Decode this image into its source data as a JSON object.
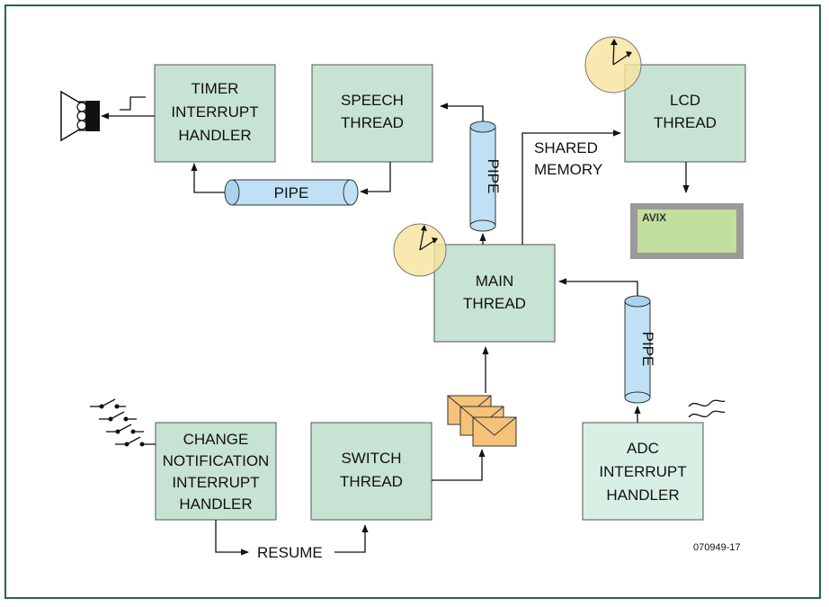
{
  "colors": {
    "frame_border": "#1f6b3f",
    "box_fill": "#c7e3d3",
    "box_fill_light": "#d9efe3",
    "pipe_fill": "#bfe0f5",
    "clock_fill": "#f8e39e",
    "envelope_fill": "#f5c27a",
    "lcd_screen": "#c2df9d",
    "lcd_frame": "#9a9a9a"
  },
  "boxes": {
    "timer": {
      "line1": "TIMER",
      "line2": "INTERRUPT",
      "line3": "HANDLER"
    },
    "speech": {
      "line1": "SPEECH",
      "line2": "THREAD"
    },
    "lcd": {
      "line1": "LCD",
      "line2": "THREAD"
    },
    "main": {
      "line1": "MAIN",
      "line2": "THREAD"
    },
    "change": {
      "line1": "CHANGE",
      "line2": "NOTIFICATION",
      "line3": "INTERRUPT",
      "line4": "HANDLER"
    },
    "switch": {
      "line1": "SWITCH",
      "line2": "THREAD"
    },
    "adc": {
      "line1": "ADC",
      "line2": "INTERRUPT",
      "line3": "HANDLER"
    }
  },
  "pipes": {
    "horizontal": "PIPE",
    "vertical_top": "PIPE",
    "vertical_right": "PIPE"
  },
  "labels": {
    "shared_line1": "SHARED",
    "shared_line2": "MEMORY",
    "resume": "RESUME",
    "lcd_text": "AVIX",
    "figure_id": "070949-17"
  },
  "icons": [
    "speaker-icon",
    "square-wave-icon",
    "clock-icon",
    "envelope-icon",
    "switch-icon",
    "analog-signal-icon",
    "lcd-display-icon"
  ]
}
